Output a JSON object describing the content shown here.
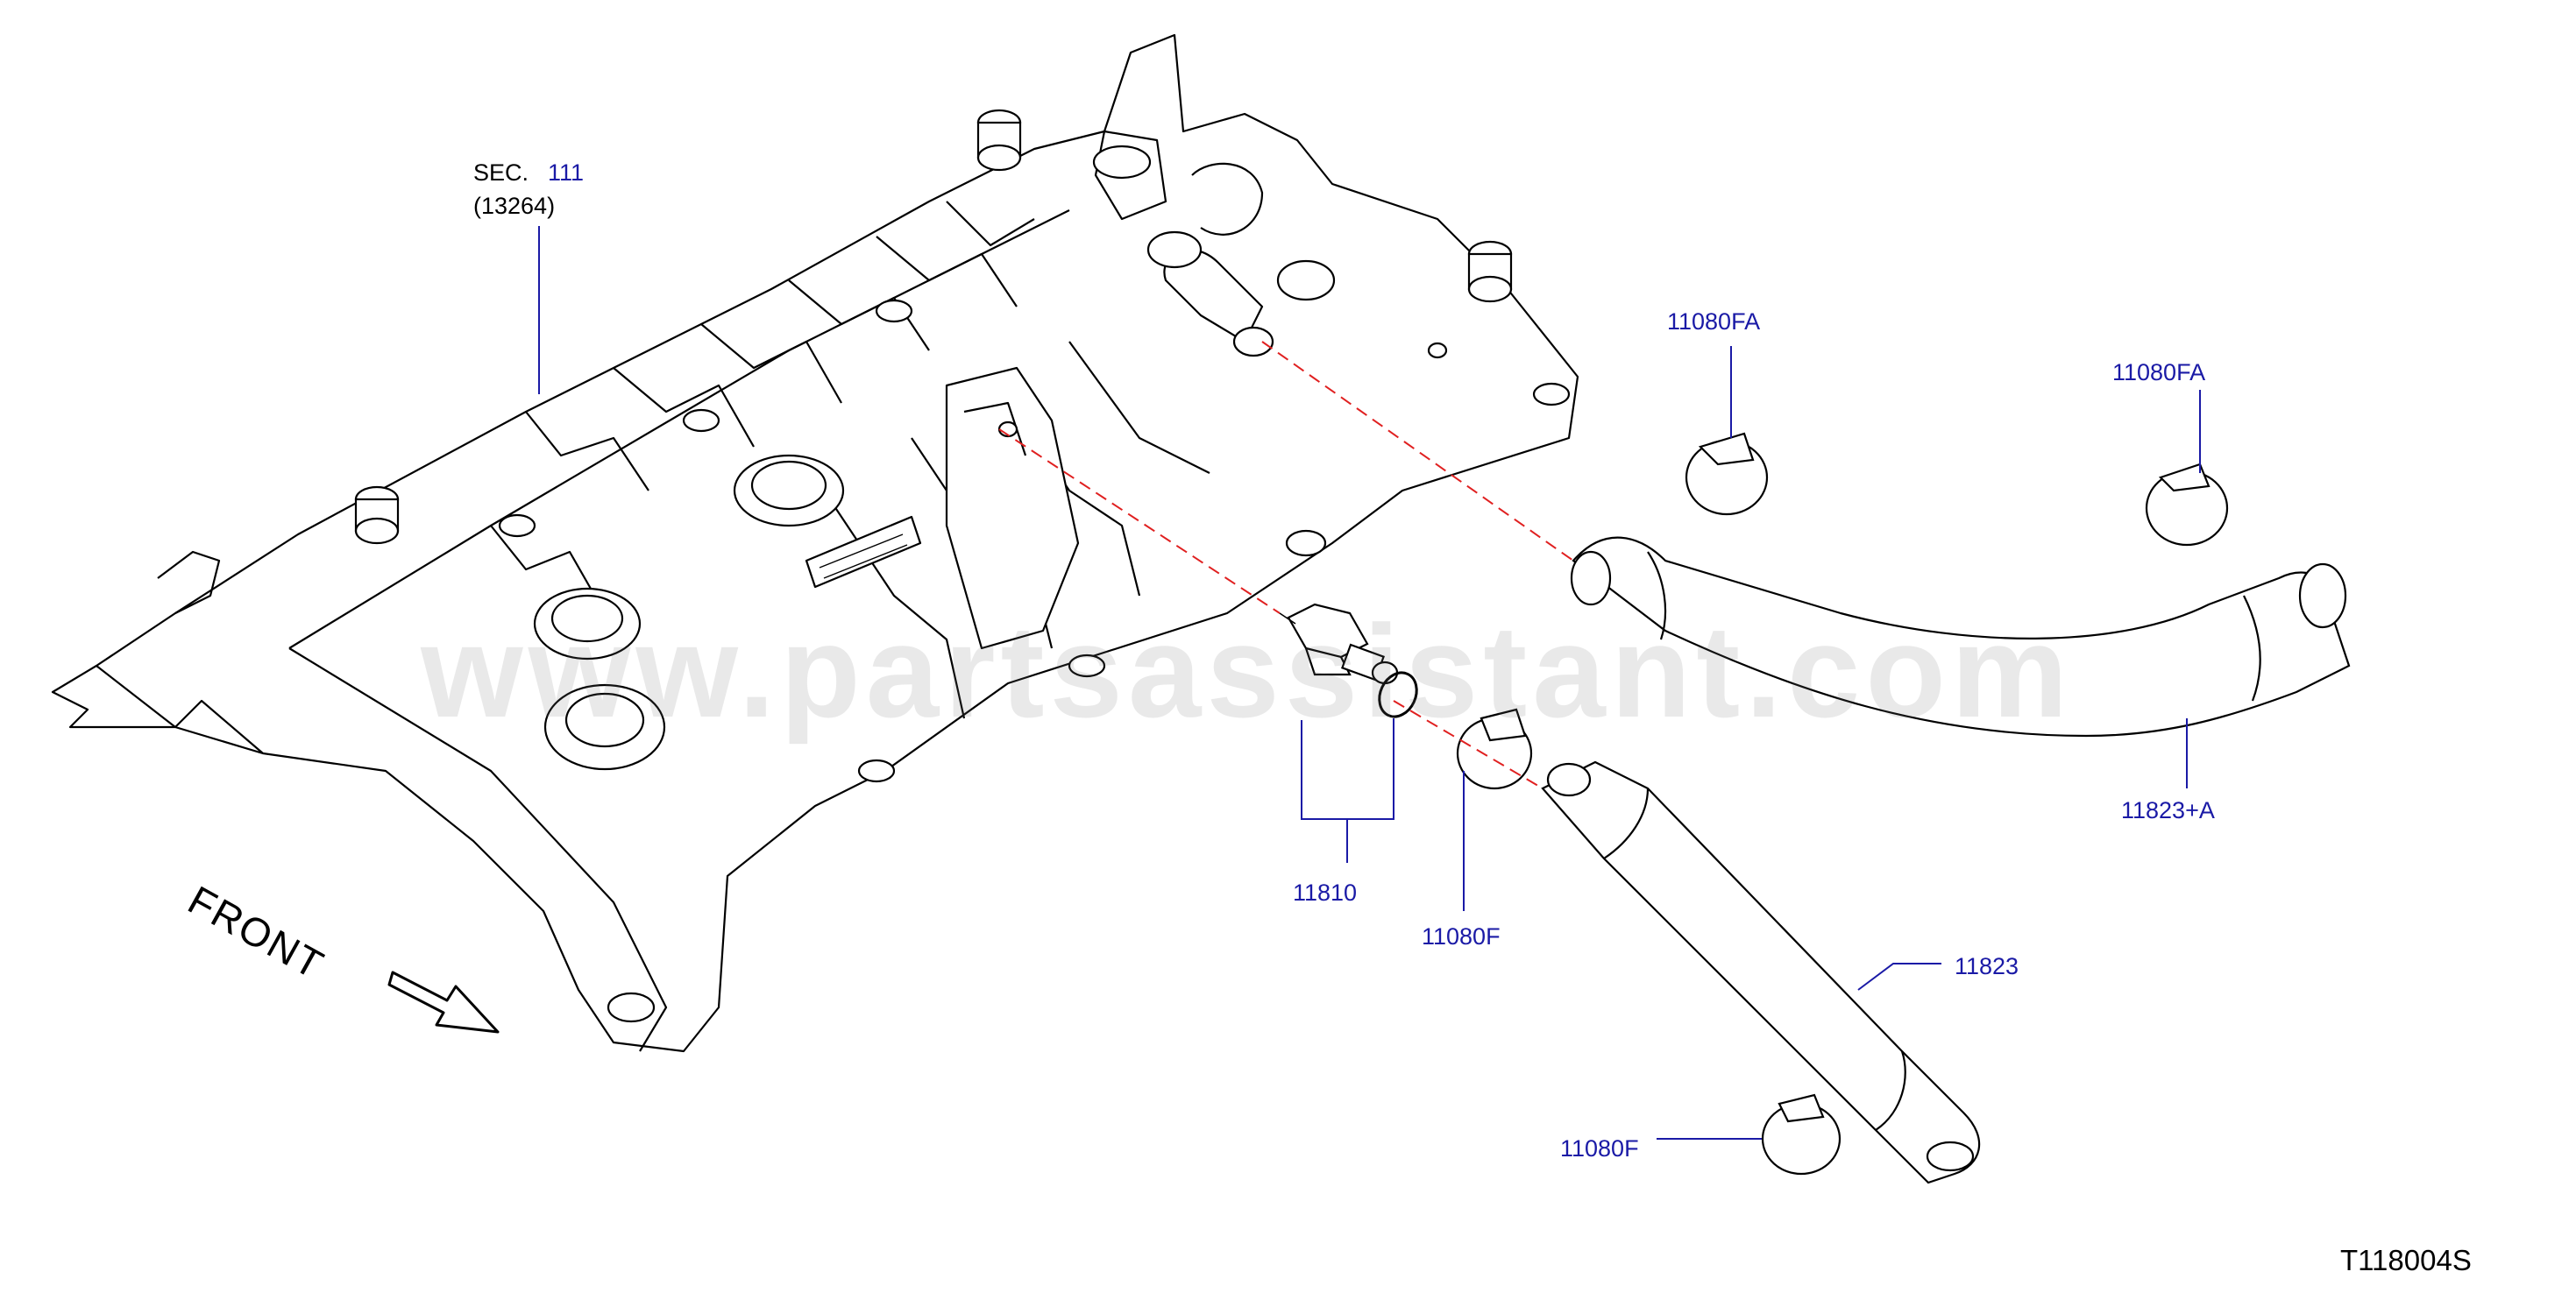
{
  "diagram_code": "T118004S",
  "watermark": "www.partsassistant.com",
  "front_label": "FRONT",
  "section_ref": {
    "prefix": "SEC.",
    "number": "111",
    "sub": "(13264)"
  },
  "callouts": [
    {
      "id": "11810",
      "label": "11810"
    },
    {
      "id": "11080F_mid",
      "label": "11080F"
    },
    {
      "id": "11080F_low",
      "label": "11080F"
    },
    {
      "id": "11080FA_left",
      "label": "11080FA"
    },
    {
      "id": "11080FA_right",
      "label": "11080FA"
    },
    {
      "id": "11823_A",
      "label": "11823+A"
    },
    {
      "id": "11823",
      "label": "11823"
    }
  ],
  "colors": {
    "line": "#000000",
    "callout_text": "#1a1aa6",
    "leader": "#1a1aa6",
    "dash": "#e02020"
  }
}
